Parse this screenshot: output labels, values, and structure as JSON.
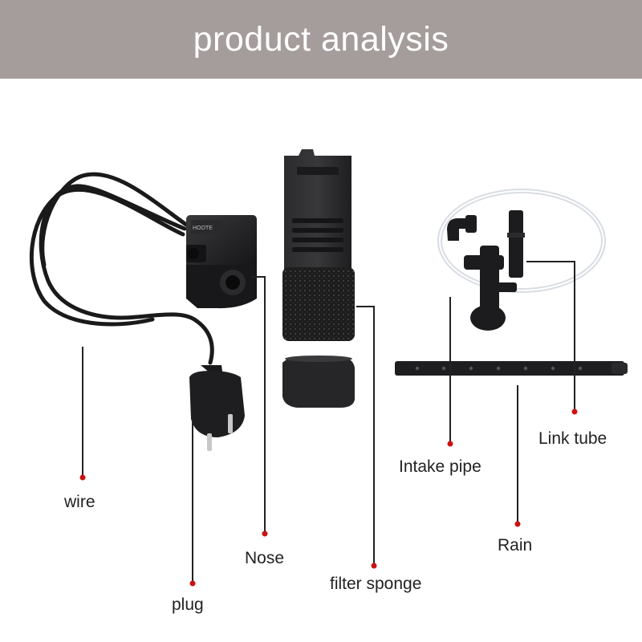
{
  "header": {
    "title": "product analysis",
    "background": "#a59c9c"
  },
  "labels": {
    "wire": "wire",
    "plug": "plug",
    "nose": "Nose",
    "filter_sponge": "filter sponge",
    "intake_pipe": "Intake pipe",
    "rain": "Rain",
    "link_tube": "Link tube"
  },
  "pump_label": "HOOTE",
  "colors": {
    "leader_line": "#222222",
    "marker_dot": "#cc1111",
    "parts": "#1d1d1f"
  }
}
